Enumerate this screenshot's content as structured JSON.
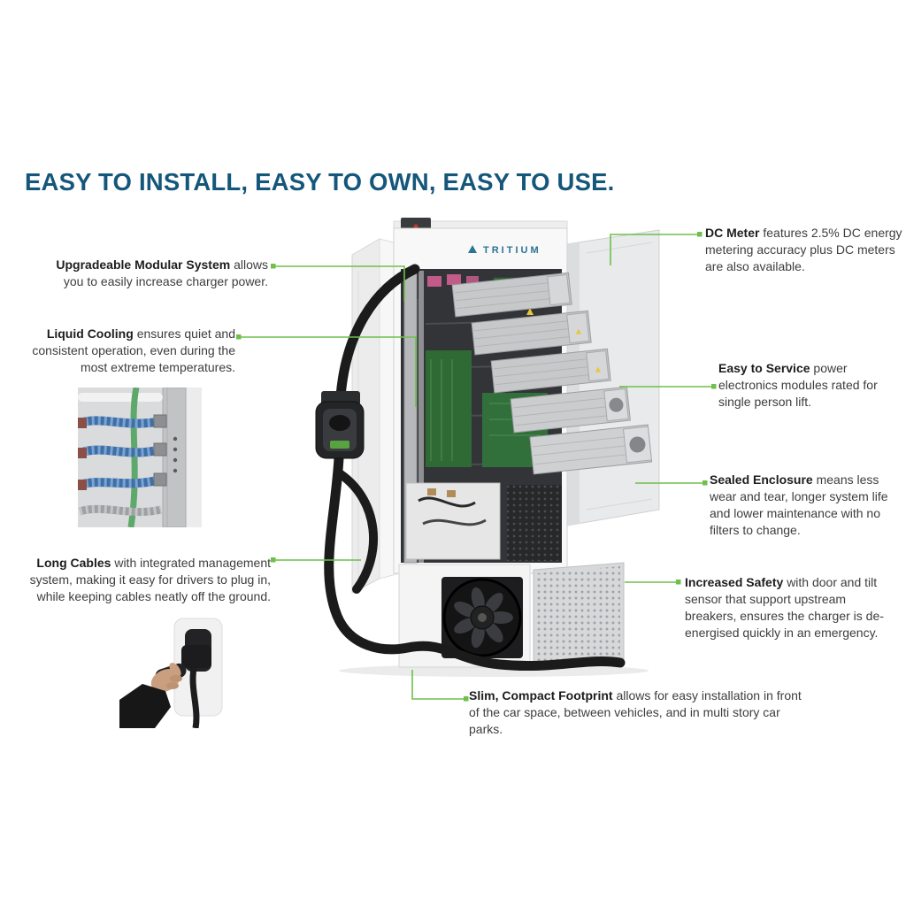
{
  "heading": {
    "text": "EASY TO INSTALL, EASY TO OWN, EASY TO USE."
  },
  "brand": {
    "logo_text": "TRITIUM"
  },
  "colors": {
    "accent_green": "#6FBF4B",
    "heading_blue": "#14577A"
  },
  "callouts": {
    "upgradeable_modular_system": {
      "title": "Upgradeable Modular System",
      "body": "allows you to easily increase charger power."
    },
    "liquid_cooling": {
      "title": "Liquid Cooling",
      "body": "ensures quiet and consistent operation, even during the most extreme temperatures."
    },
    "long_cables": {
      "title": "Long Cables",
      "body": "with integrated management system, making it easy for drivers to plug in, while keeping cables neatly off the ground."
    },
    "dc_meter": {
      "title": "DC Meter",
      "body": "features 2.5% DC energy metering accuracy plus DC meters are also available."
    },
    "easy_to_service": {
      "title": "Easy to Service",
      "body": "power electronics modules rated for single person lift."
    },
    "sealed_enclosure": {
      "title": "Sealed Enclosure",
      "body": "means less wear and tear, longer system life and lower maintenance with no filters to change."
    },
    "increased_safety": {
      "title": "Increased Safety",
      "body": "with door and tilt sensor that support upstream breakers, ensures the charger is de-energised quickly in an emergency."
    },
    "slim_compact_footprint": {
      "title": "Slim, Compact Footprint",
      "body": "allows for easy installation in front of the car space, between vehicles, and in multi story car parks."
    }
  }
}
